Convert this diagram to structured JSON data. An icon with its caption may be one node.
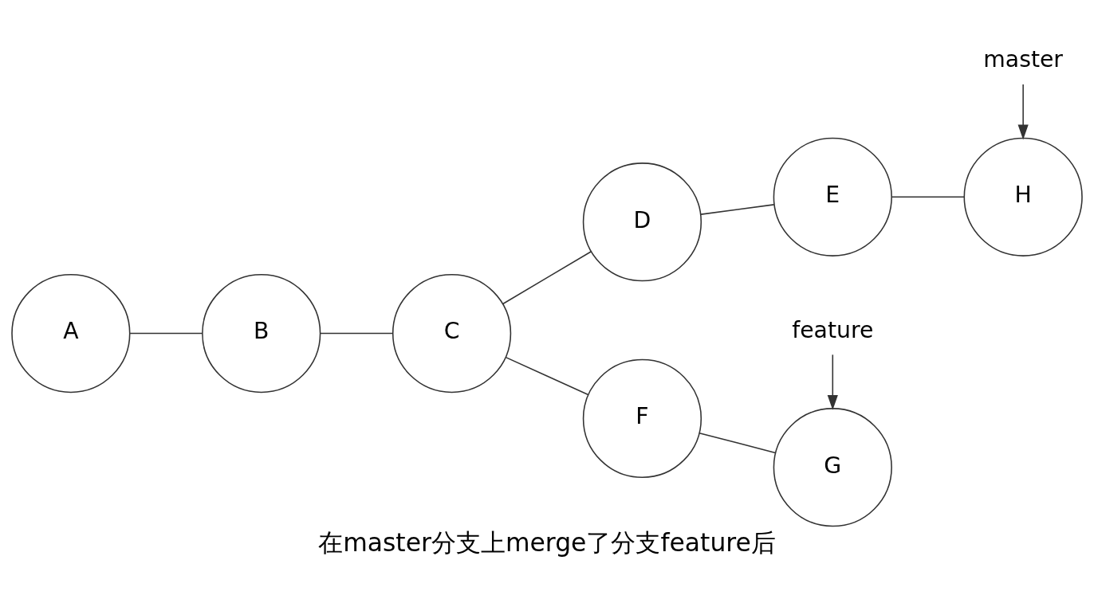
{
  "diagram": {
    "caption": "在master分支上merge了分支feature后",
    "nodes": [
      {
        "text": [
          "A"
        ]
      },
      {
        "text": [
          "B"
        ]
      },
      {
        "text": [
          "C"
        ]
      },
      {
        "text": [
          "D"
        ]
      },
      {
        "text": [
          "E"
        ]
      },
      {
        "text": [
          "H"
        ]
      },
      {
        "text": [
          "F"
        ]
      },
      {
        "text": [
          "G"
        ]
      },
      {
        "text": [
          "master"
        ]
      },
      {
        "text": [
          "feature"
        ]
      }
    ],
    "edges": [
      {
        "from": 0,
        "to": 1,
        "arrow": "none"
      },
      {
        "from": 1,
        "to": 2,
        "arrow": "none"
      },
      {
        "from": 2,
        "to": 3,
        "arrow": "none"
      },
      {
        "from": 2,
        "to": 6,
        "arrow": "none"
      },
      {
        "from": 3,
        "to": 4,
        "arrow": "none"
      },
      {
        "from": 4,
        "to": 5,
        "arrow": "none"
      },
      {
        "from": 6,
        "to": 7,
        "arrow": "none"
      },
      {
        "from": 8,
        "to": 5,
        "arrow": "to"
      },
      {
        "from": 9,
        "to": 7,
        "arrow": "to"
      }
    ]
  }
}
